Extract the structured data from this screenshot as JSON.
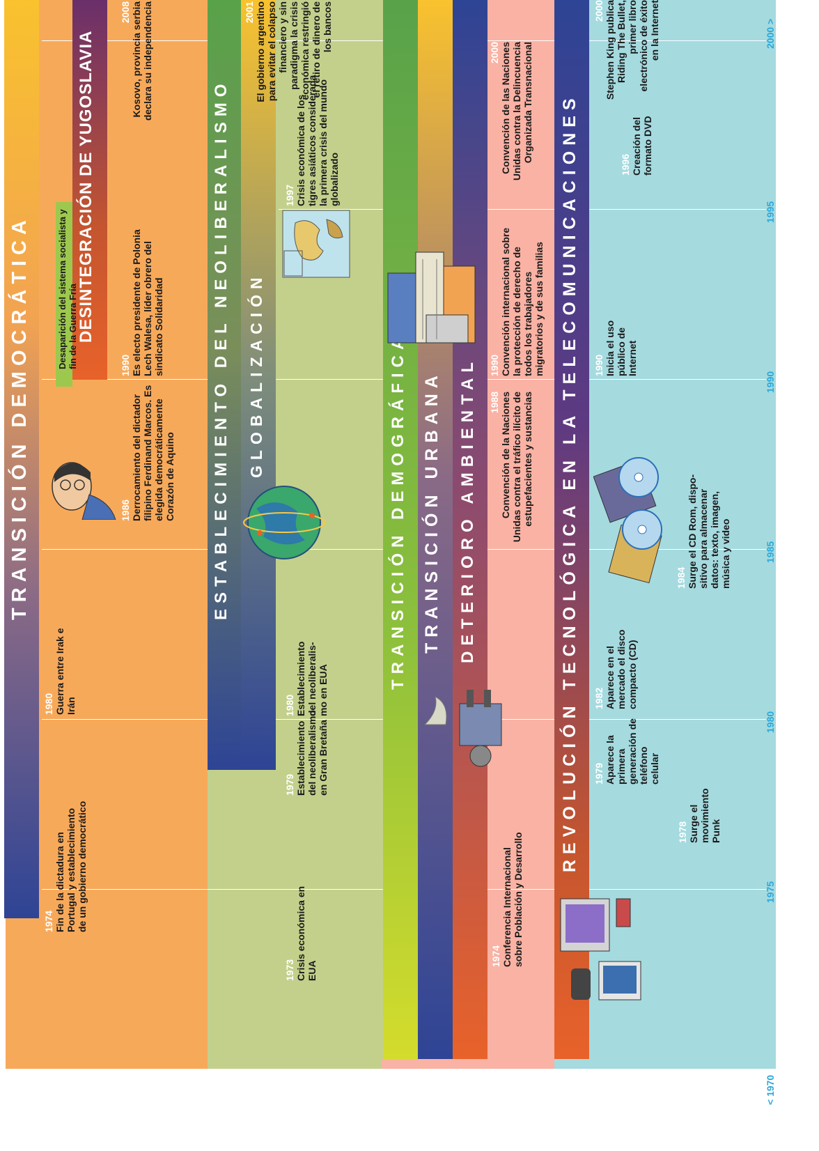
{
  "axis": {
    "years": [
      "< 1970",
      "1975",
      "1980",
      "1985",
      "1990",
      "1995",
      "2000 >"
    ]
  },
  "bands": {
    "democratica": {
      "title": "TRANSICIÓN DEMOCRÁTICA",
      "events": [
        {
          "year": "1974",
          "text": "Fin de la dictadura en Portugal y estableci­miento de un gobier­no democrático"
        },
        {
          "year": "1980",
          "text": "Guerra entre Irak e Irán"
        },
        {
          "year": "1986",
          "text": "Derrocamiento del dic­tador filipino Ferdinand Marcos. Es elegida demo­cráticamente Corazón de Aquino"
        },
        {
          "year": "1990",
          "text": "Es electo presi­dente de Polonia Lech Walesa, líder obrero del sindicato Solidaridad"
        },
        {
          "year": "2008",
          "text": "Kosovo, provincia serbia declara su independencia"
        }
      ],
      "sub_label": "Desaparición del sistema socia­lista y fin de la Guerra Fría",
      "sub_title": "DESINTEGRACIÓN DE YUGOSLAVIA"
    },
    "neoliberalismo": {
      "title": "ESTABLECIMIENTO DEL NEOLIBERALISMO",
      "events": [
        {
          "year": "1973",
          "text": "Crisis econó­mica en EUA"
        },
        {
          "year": "1979",
          "text": "Estableci­miento del neoliberalis­mo en Gran Bretaña"
        },
        {
          "year": "1980",
          "text": "Estableci­miento del neoliberalis­mo en EUA"
        },
        {
          "year": "1997",
          "text": "Crisis económica de los tigres asiáticos considerada la pri­mera crisis del mundo globalizado"
        },
        {
          "year": "2001",
          "text": "El gobierno argentino para evitar el colapso financiero y sin paradigma la crisis económica restringió el retiro de dinero de los bancos"
        }
      ],
      "sub_title": "GLOBALIZACIÓN"
    },
    "demografica": {
      "title": "TRANSICIÓN DEMOGRÁFICA"
    },
    "urbana": {
      "title": "TRANSICIÓN URBANA"
    },
    "ambiental": {
      "title": "DETERIORO AMBIENTAL",
      "events": [
        {
          "year": "1974",
          "text": "Conferencia Internacio­nal sobre Población y Desarrollo"
        },
        {
          "year": "1988",
          "text": "Convención de la Naciones Unidas contra el tráfico ilícito de estupefacientes y sustancias"
        },
        {
          "year": "1990",
          "text": "Convención internacional so­bre la protección de derecho de todos los trabajadores migratorios y de sus familias"
        },
        {
          "year": "2000",
          "text": "Convención de las Naciones Unidas contra la Delincuencia Organizada Transnacional"
        }
      ]
    },
    "telecom": {
      "title": "REVOLUCIÓN TECNOLÓGICA EN LA TELECOMUNICACIONES",
      "events": [
        {
          "year": "1978",
          "text": "Surge el movimiento Punk"
        },
        {
          "year": "1979",
          "text": "Aparece la primera generación de teléfono celular"
        },
        {
          "year": "1982",
          "text": "Aparece en el mercado el disco compacto (CD)"
        },
        {
          "year": "1984",
          "text": "Surge el CD Rom, dispo­sitivo para almacenar datos: texto, imagen, música y video"
        },
        {
          "year": "1990",
          "text": "Inicia el uso público de Internet"
        },
        {
          "year": "1996",
          "text": "Creación del formato DVD"
        },
        {
          "year": "2000",
          "text": "Stephen King publica Riding The Bullet, primer libro electrónico de éxito en la Internet"
        }
      ]
    }
  },
  "colors": {
    "orange": "#f7a95a",
    "green_band": "#c3d08c",
    "salmon": "#f9b2a4",
    "teal": "#a5dadf",
    "yellow": "#f9c22e",
    "navy": "#2e4495",
    "axis": "#2aa8dc"
  },
  "icons": [
    "filipino-portrait-icon",
    "world-map-icon",
    "globe-icon",
    "skyscrapers-icon",
    "factory-icon",
    "computer-devices-icon",
    "cd-disc-icon"
  ]
}
